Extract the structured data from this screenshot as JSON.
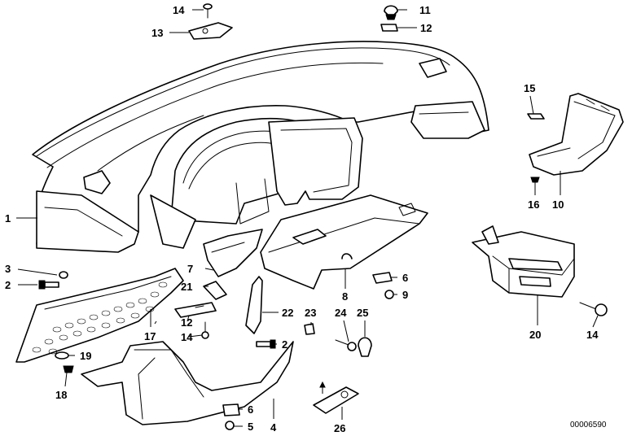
{
  "diagram": {
    "callouts": [
      "1",
      "2",
      "3",
      "4",
      "5",
      "6",
      "7",
      "8",
      "9",
      "10",
      "11",
      "12",
      "13",
      "14",
      "15",
      "16",
      "17",
      "18",
      "19",
      "20",
      "21",
      "22",
      "23",
      "24",
      "25",
      "26"
    ],
    "labels": {
      "c1": "1",
      "c2a": "2",
      "c2b": "2",
      "c3": "3",
      "c4": "4",
      "c5": "5",
      "c6a": "6",
      "c6b": "6",
      "c7": "7",
      "c8": "8",
      "c9": "9",
      "c10": "10",
      "c11": "11",
      "c12a": "12",
      "c12b": "12",
      "c13": "13",
      "c14a": "14",
      "c14b": "14",
      "c14c": "14",
      "c15": "15",
      "c16": "16",
      "c17": "17",
      "c18": "18",
      "c19": "19",
      "c20": "20",
      "c21": "21",
      "c22": "22",
      "c23": "23",
      "c24": "24",
      "c25": "25",
      "c26": "26"
    },
    "reference_number": "00006590"
  }
}
